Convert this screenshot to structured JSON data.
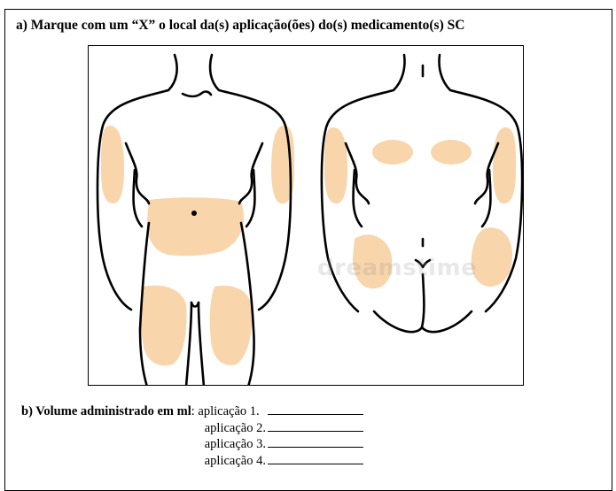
{
  "section_a": {
    "title": "a) Marque com um “X” o local da(s) aplicação(ões) do(s) medicamento(s)  SC"
  },
  "figure": {
    "watermark": "dreamstime",
    "zone_color": "#f8d5ab"
  },
  "section_b": {
    "label": "b) Volume administrado em ml",
    "separator": ":",
    "applications": [
      "aplicação 1.",
      "aplicação 2.",
      "aplicação 3.",
      "aplicação 4."
    ]
  }
}
